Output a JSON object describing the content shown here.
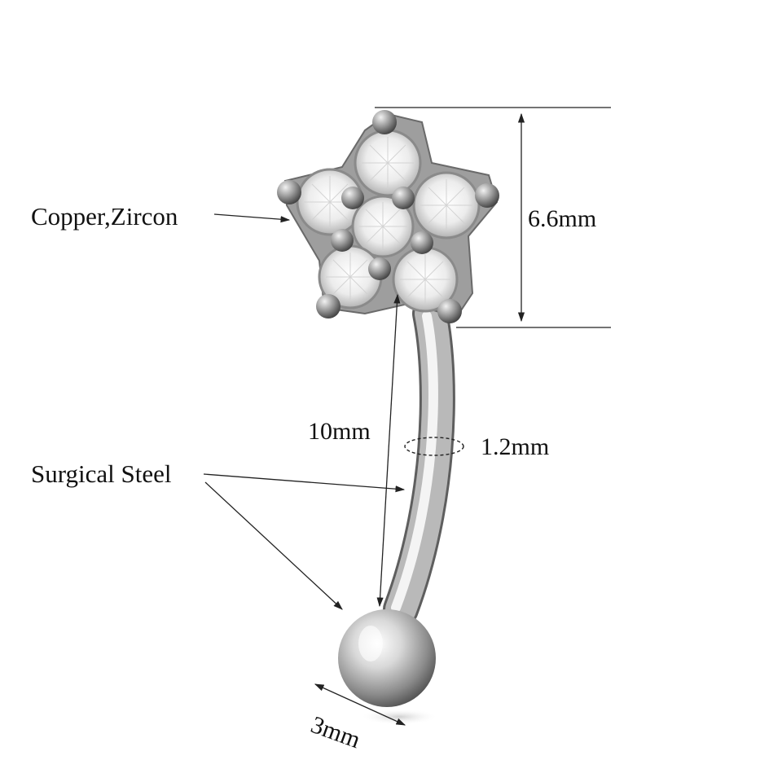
{
  "labels": {
    "head_material": "Copper,Zircon",
    "bar_material": "Surgical Steel",
    "head_size": "6.6mm",
    "bar_length": "10mm",
    "gauge": "1.2mm",
    "ball_size": "3mm"
  },
  "colors": {
    "background": "#ffffff",
    "text": "#111111",
    "line": "#222222",
    "steel_light": "#f4f4f4",
    "steel_mid": "#b9b9b9",
    "steel_dark": "#5e5e5e"
  }
}
